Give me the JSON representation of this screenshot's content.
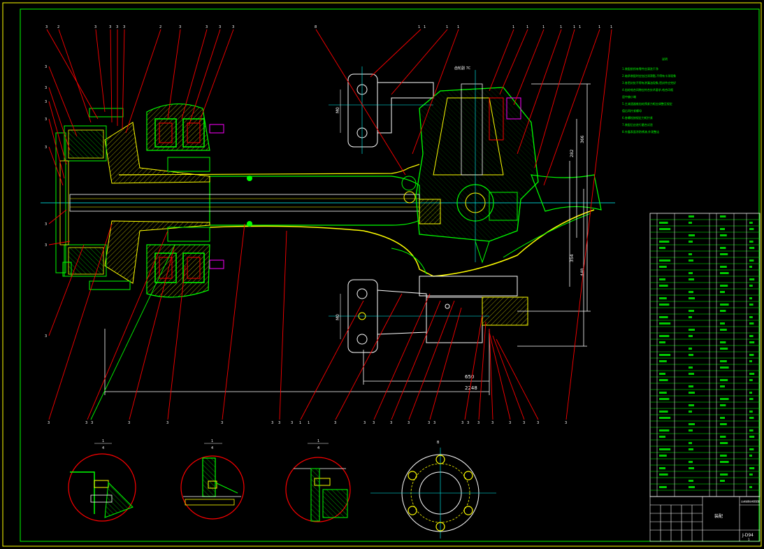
{
  "colors": {
    "background": "#000000",
    "border": "#ffff00",
    "outline": "#00ff00",
    "centerline": "#00ffff",
    "leader": "#ff0000",
    "dimension": "#ffffff",
    "hatch": "#ffff00",
    "highlight": "#ff00ff"
  },
  "dimensions": {
    "d_650": "650",
    "d_2248": "2248",
    "d_282": "282",
    "d_366": "366",
    "d_354": "354",
    "d_448": "448"
  },
  "callouts": {
    "top_left": [
      "3",
      "2",
      "3",
      "3",
      "3",
      "3",
      "2",
      "3",
      "3",
      "3",
      "3"
    ],
    "top_mid": [
      "8",
      "1",
      "1",
      "1",
      "1"
    ],
    "top_right": [
      "1",
      "1",
      "1",
      "1",
      "1",
      "1",
      "1",
      "1"
    ],
    "bottom_left": [
      "3",
      "3",
      "3",
      "3",
      "3",
      "3",
      "3"
    ],
    "bottom_mid": [
      "3",
      "3",
      "1",
      "1",
      "3",
      "3",
      "3",
      "3",
      "3",
      "3"
    ],
    "bottom_right": [
      "3",
      "3",
      "3",
      "3",
      "3",
      "3",
      "3",
      "3",
      "3"
    ],
    "left_side": [
      "3",
      "3",
      "3",
      "3",
      "3",
      "3",
      "3",
      "3"
    ]
  },
  "sections": {
    "section_1": {
      "label": "1",
      "sub": "4"
    },
    "section_2": {
      "label": "1",
      "sub": "4"
    },
    "section_3": {
      "label": "1",
      "sub": "4"
    },
    "view_label": "B"
  },
  "notes": {
    "title": "说明",
    "lines": [
      "1.装配前所有零件应清洗干净",
      "2.轴承装配时应加注润滑脂,不得有卡滞现象",
      "3.各密封处不得有渗漏油现象,密封件应完好",
      "4.齿轮啮合间隙应符合技术要求,啮合印痕",
      "  居中偏小端",
      "5.主减速器锥齿轮预紧力矩应调整至规定",
      "  值后再拧紧螺母",
      "6.各螺栓按规定力矩拧紧",
      "7.装配后应进行磨合试验",
      "8.外露表面涂防锈漆,外观整洁"
    ]
  },
  "misc_labels": {
    "gear_label": "齿轮副 7C",
    "m0_left": "M0",
    "m0_right": "M0"
  },
  "title_block": {
    "drawing_number": "J-D94",
    "sheet": "1",
    "school": "装配",
    "title_small": "主减速器总成装配图"
  }
}
